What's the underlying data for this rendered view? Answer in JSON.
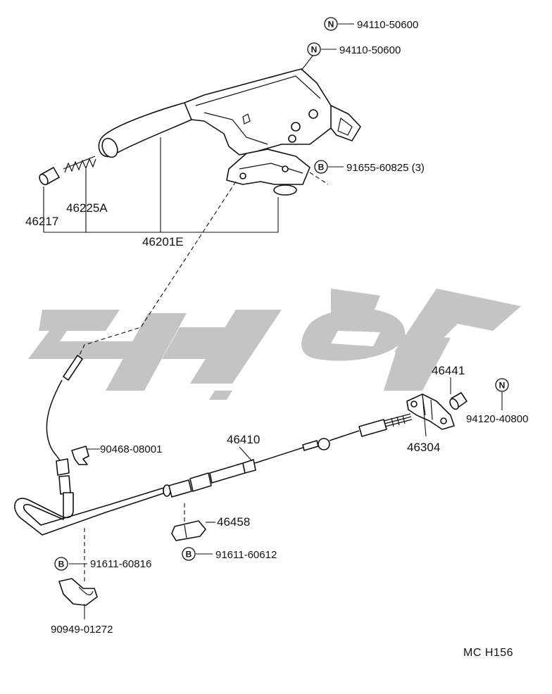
{
  "diagram": {
    "code": "MC  H156",
    "parts": [
      {
        "id": "p-94110-50600-a",
        "label": "94110-50600",
        "badge": "N"
      },
      {
        "id": "p-94110-50600-b",
        "label": "94110-50600",
        "badge": "N"
      },
      {
        "id": "p-91655-60825",
        "label": "91655-60825 (3)",
        "badge": "B"
      },
      {
        "id": "p-46225a",
        "label": "46225A",
        "badge": ""
      },
      {
        "id": "p-46217",
        "label": "46217",
        "badge": ""
      },
      {
        "id": "p-46201e",
        "label": "46201E",
        "badge": ""
      },
      {
        "id": "p-46441",
        "label": "46441",
        "badge": ""
      },
      {
        "id": "p-94120-40800",
        "label": "94120-40800",
        "badge": "N"
      },
      {
        "id": "p-46410",
        "label": "46410",
        "badge": ""
      },
      {
        "id": "p-46304",
        "label": "46304",
        "badge": ""
      },
      {
        "id": "p-90468-08001",
        "label": "90468-08001",
        "badge": ""
      },
      {
        "id": "p-46458",
        "label": "46458",
        "badge": ""
      },
      {
        "id": "p-91611-60816",
        "label": "91611-60816",
        "badge": "B"
      },
      {
        "id": "p-91611-60612",
        "label": "91611-60612",
        "badge": "B"
      },
      {
        "id": "p-90949-01272",
        "label": "90949-01272",
        "badge": ""
      }
    ]
  }
}
